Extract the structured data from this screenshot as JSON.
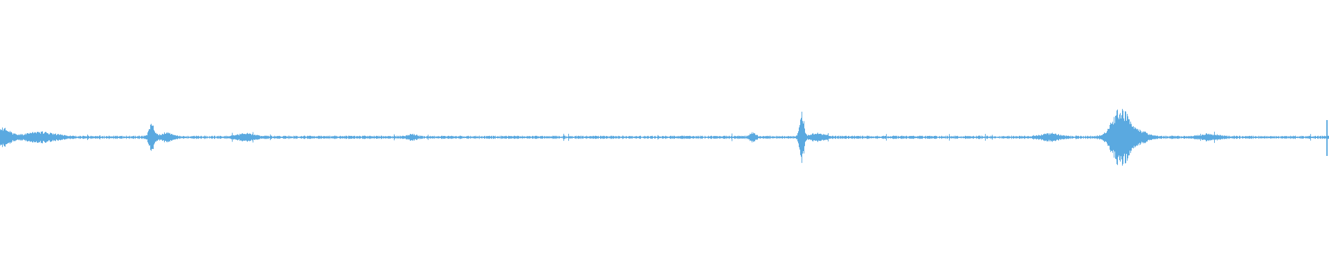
{
  "waveform": {
    "color": "#5aa9e0",
    "playhead_color": "#5aa9e0",
    "baseline_amplitude": 0.02,
    "events": [
      {
        "position": 0.0,
        "amplitude": 0.12,
        "spread": 0.006
      },
      {
        "position": 0.03,
        "amplitude": 0.06,
        "spread": 0.01
      },
      {
        "position": 0.114,
        "amplitude": 0.16,
        "spread": 0.002
      },
      {
        "position": 0.125,
        "amplitude": 0.05,
        "spread": 0.004
      },
      {
        "position": 0.185,
        "amplitude": 0.04,
        "spread": 0.006
      },
      {
        "position": 0.31,
        "amplitude": 0.03,
        "spread": 0.003
      },
      {
        "position": 0.566,
        "amplitude": 0.05,
        "spread": 0.002
      },
      {
        "position": 0.603,
        "amplitude": 0.34,
        "spread": 0.0015
      },
      {
        "position": 0.615,
        "amplitude": 0.04,
        "spread": 0.005
      },
      {
        "position": 0.79,
        "amplitude": 0.04,
        "spread": 0.006
      },
      {
        "position": 0.843,
        "amplitude": 0.36,
        "spread": 0.006
      },
      {
        "position": 0.857,
        "amplitude": 0.07,
        "spread": 0.006
      },
      {
        "position": 0.91,
        "amplitude": 0.03,
        "spread": 0.006
      }
    ],
    "playhead_position": 0.9985
  }
}
